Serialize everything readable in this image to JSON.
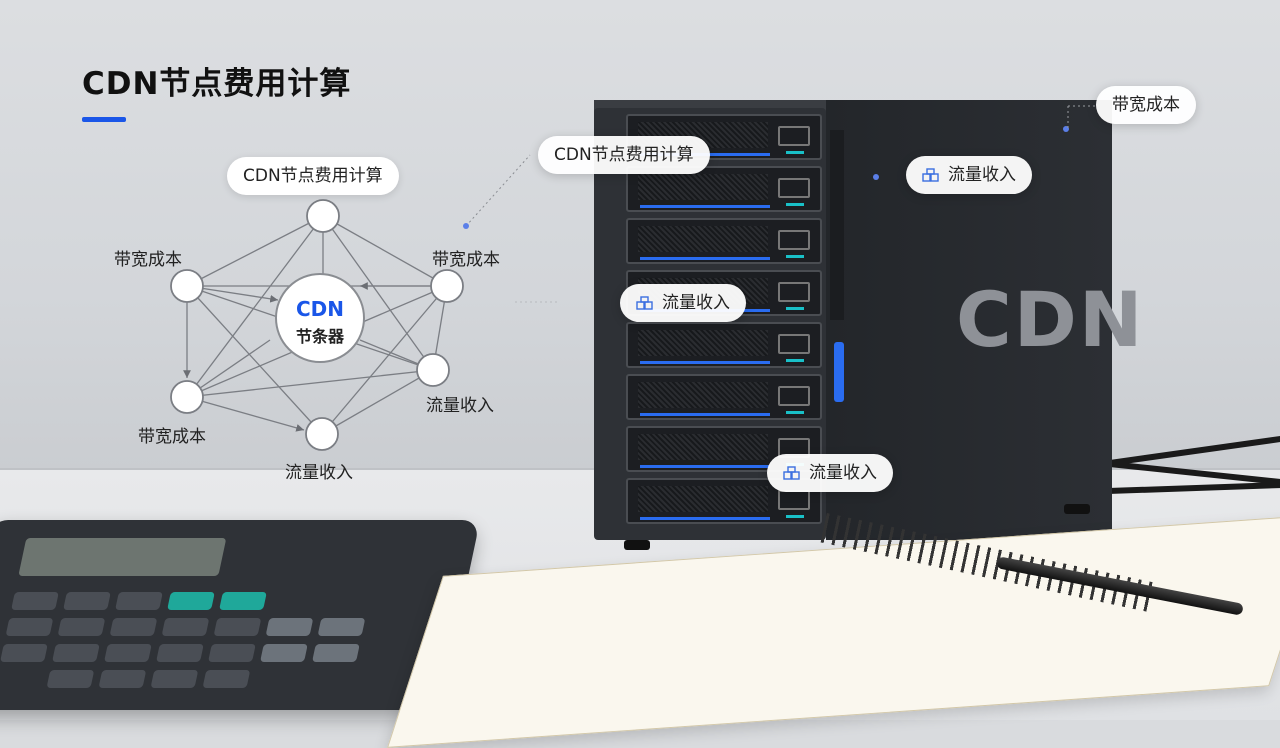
{
  "title": "CDN节点费用计算",
  "diagram": {
    "top_pill": "CDN节点费用计算",
    "center_line1": "CDN",
    "center_line2": "节条器",
    "labels": {
      "left_upper": "带宽成本",
      "right_upper": "带宽成本",
      "left_lower": "带宽成本",
      "right_lower": "流量收入",
      "bottom": "流量收入"
    },
    "colors": {
      "center_text": "#1a56e8",
      "lines": "#7b7e84",
      "title_accent": "#1a56e8"
    }
  },
  "tags": {
    "server_label": "CDN节点费用计算",
    "top_right": "带宽成本",
    "side_traffic": "流量收入",
    "middle_traffic": "流量收入",
    "bottom_traffic": "流量收入"
  },
  "server": {
    "logo": "CDN"
  },
  "icons": [
    "layers-icon"
  ]
}
